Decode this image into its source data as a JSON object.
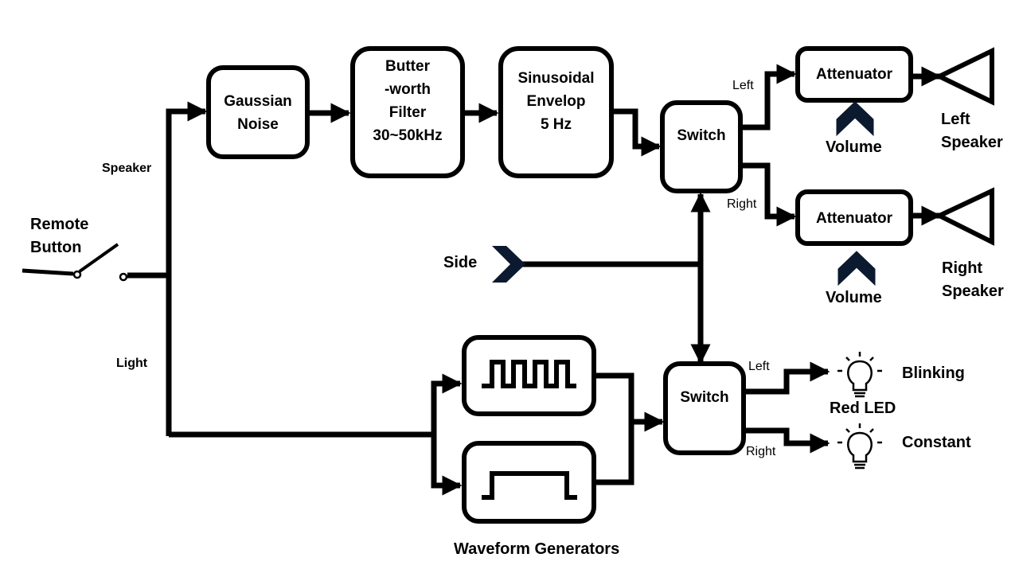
{
  "blocks": {
    "gaussian": "Gaussian\nNoise",
    "butterworth": "Butter\n-worth\nFilter\n30~50kHz",
    "sinusoidal": "Sinusoidal\nEnvelop\n5 Hz",
    "switch_top": "Switch",
    "switch_bottom": "Switch",
    "attenuator_left": "Attenuator",
    "attenuator_right": "Attenuator"
  },
  "labels": {
    "remote_button": "Remote\nButton",
    "speaker_path": "Speaker",
    "light_path": "Light",
    "side": "Side",
    "volume_left": "Volume",
    "volume_right": "Volume",
    "left_top": "Left",
    "right_top": "Right",
    "left_bottom": "Left",
    "right_bottom": "Right",
    "left_speaker": "Left\nSpeaker",
    "right_speaker": "Right\nSpeaker",
    "blinking": "Blinking",
    "constant": "Constant",
    "red_led": "Red LED",
    "waveform_generators": "Waveform Generators"
  },
  "colors": {
    "line": "#000000",
    "chevron": "#0b1a2e",
    "background": "#ffffff"
  },
  "icons": {
    "speaker": "speaker-icon",
    "bulb": "light-bulb-icon",
    "chevron": "chevron-icon",
    "square_wave": "square-wave-icon",
    "pulse": "pulse-icon",
    "switch": "switch-icon"
  }
}
